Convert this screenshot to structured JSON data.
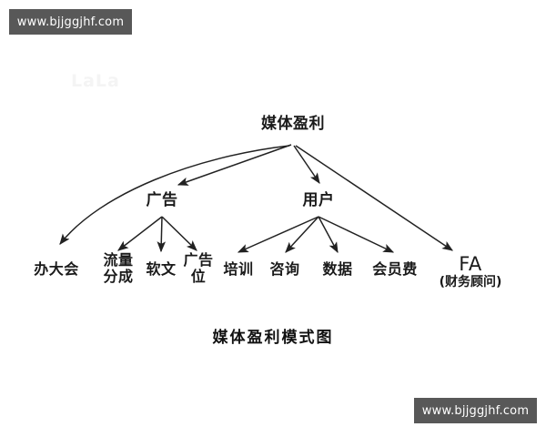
{
  "watermarks": {
    "top_left": "www.bjjggjhf.com",
    "bottom_right": "www.bjjggjhf.com",
    "ghost": "LaLa"
  },
  "diagram": {
    "caption": "媒体盈利模式图",
    "root": {
      "label": "媒体盈利"
    },
    "branches": [
      {
        "id": "advertising",
        "label": "广告"
      },
      {
        "id": "users",
        "label": "用户"
      }
    ],
    "leaves": [
      {
        "id": "host-conference",
        "label": "办大会",
        "parent": "root"
      },
      {
        "id": "traffic-share",
        "label": "流量分成",
        "parent": "advertising"
      },
      {
        "id": "soft-article",
        "label": "软文",
        "parent": "advertising"
      },
      {
        "id": "ad-slot",
        "label": "广告位",
        "parent": "advertising"
      },
      {
        "id": "training",
        "label": "培训",
        "parent": "users"
      },
      {
        "id": "consulting",
        "label": "咨询",
        "parent": "users"
      },
      {
        "id": "data",
        "label": "数据",
        "parent": "users"
      },
      {
        "id": "membership-fee",
        "label": "会员费",
        "parent": "users"
      }
    ],
    "fa_node": {
      "label": "FA",
      "sublabel": "(财务顾问)",
      "parent": "root"
    },
    "colors": {
      "background": "#ffffff",
      "text": "#1a1a1a",
      "edge": "#222222",
      "watermark_background": "#585858",
      "watermark_text": "#ffffff"
    }
  }
}
